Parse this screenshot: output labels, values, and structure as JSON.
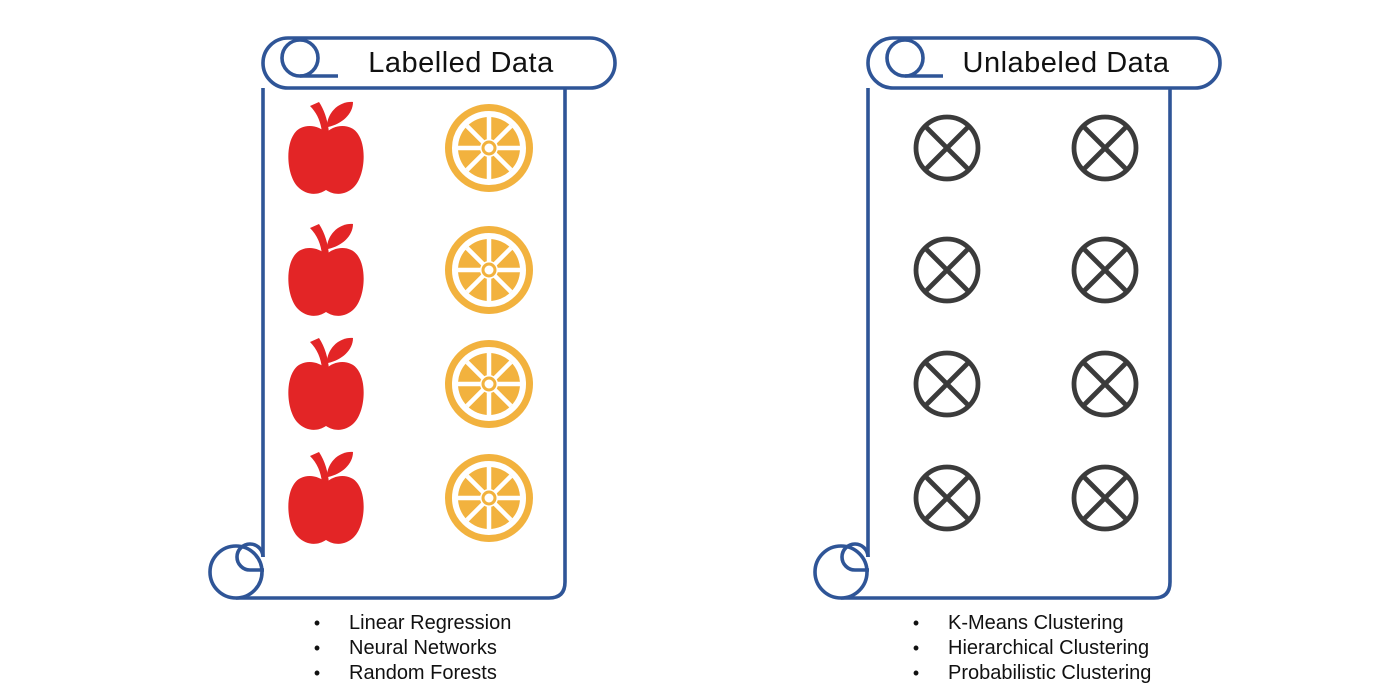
{
  "diagram": {
    "bullet": "•",
    "panels": {
      "labelled": {
        "title": "Labelled Data",
        "icon_rows": 4,
        "icons_per_row": [
          "apple",
          "orange-slice"
        ],
        "methods": [
          "Linear Regression",
          "Neural Networks",
          "Random Forests"
        ]
      },
      "unlabeled": {
        "title": "Unlabeled Data",
        "icon_rows": 4,
        "icons_per_row": [
          "crossed-circle",
          "crossed-circle"
        ],
        "methods": [
          "K-Means Clustering",
          "Hierarchical Clustering",
          "Probabilistic Clustering"
        ]
      }
    },
    "colors": {
      "scroll_outline": "#2F5597",
      "apple_red": "#E32526",
      "citrus_gold": "#F2B23E",
      "crossed_circle_gray": "#3B3B3B",
      "text": "#111111"
    }
  }
}
